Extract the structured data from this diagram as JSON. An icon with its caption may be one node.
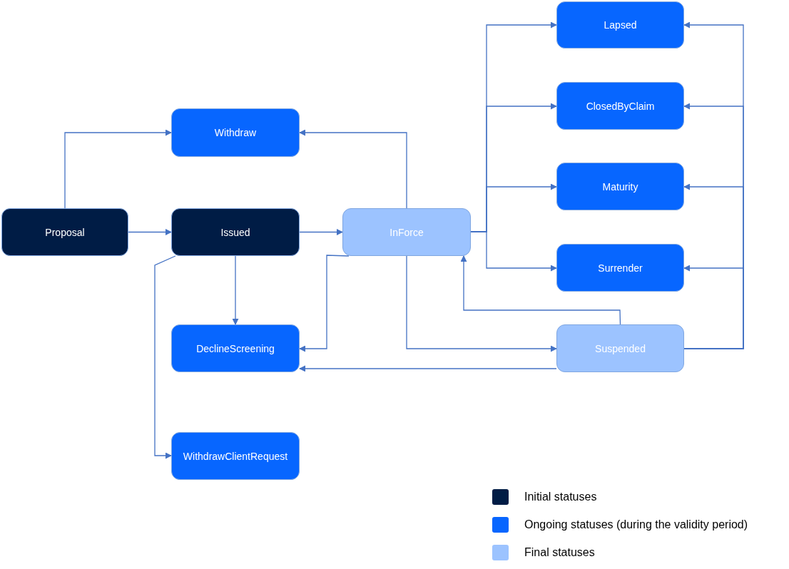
{
  "diagram": {
    "nodes": [
      {
        "text": [
          "Proposal"
        ]
      },
      {
        "text": [
          "Issued"
        ]
      },
      {
        "text": [
          "InForce"
        ]
      },
      {
        "text": [
          "Withdraw"
        ]
      },
      {
        "text": [
          "DeclineScreening"
        ]
      },
      {
        "text": [
          "WithdrawClientRequest"
        ]
      },
      {
        "text": [
          "Suspended"
        ]
      },
      {
        "text": [
          "Lapsed"
        ]
      },
      {
        "text": [
          "ClosedByClaim"
        ]
      },
      {
        "text": [
          "Maturity"
        ]
      },
      {
        "text": [
          "Surrender"
        ]
      }
    ],
    "edges": [
      {
        "from": 0,
        "to": 3,
        "arrow": "to"
      },
      {
        "from": 0,
        "to": 1,
        "arrow": "to"
      },
      {
        "from": 1,
        "to": 2,
        "arrow": "to"
      },
      {
        "from": 1,
        "to": 4,
        "arrow": "to"
      },
      {
        "from": 1,
        "to": 5,
        "arrow": "to"
      },
      {
        "from": 2,
        "to": 3,
        "arrow": "to"
      },
      {
        "from": 2,
        "to": 7,
        "arrow": "to"
      },
      {
        "from": 2,
        "to": 8,
        "arrow": "to"
      },
      {
        "from": 2,
        "to": 9,
        "arrow": "to"
      },
      {
        "from": 2,
        "to": 10,
        "arrow": "to"
      },
      {
        "from": 2,
        "to": 4,
        "arrow": "to"
      },
      {
        "from": 2,
        "to": 6,
        "arrow": "to"
      },
      {
        "from": 6,
        "to": 2,
        "arrow": "to"
      },
      {
        "from": 6,
        "to": 4,
        "arrow": "to"
      },
      {
        "from": 6,
        "to": 7,
        "arrow": "to"
      },
      {
        "from": 6,
        "to": 8,
        "arrow": "to"
      },
      {
        "from": 6,
        "to": 9,
        "arrow": "to"
      },
      {
        "from": 6,
        "to": 10,
        "arrow": "to"
      }
    ],
    "legend": [
      {
        "text": "Initial statuses",
        "color": "#001c45"
      },
      {
        "text": "Ongoing statuses (during the validity period)",
        "color": "#0766ff"
      },
      {
        "text": "Final statuses",
        "color": "#9cc3ff"
      }
    ]
  }
}
